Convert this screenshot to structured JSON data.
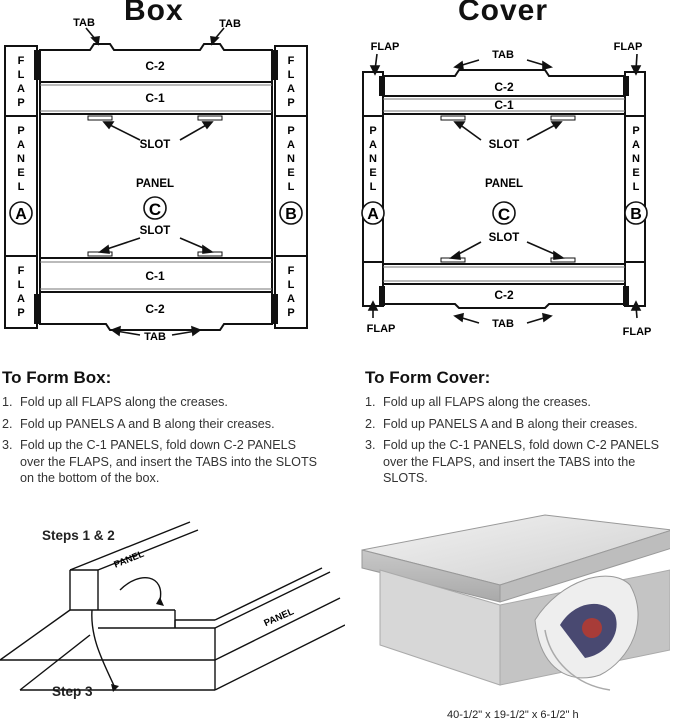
{
  "box": {
    "title": "Box",
    "tab_left": "TAB",
    "tab_right": "TAB",
    "tab_bottom": "TAB",
    "c2_top": "C-2",
    "c1_top": "C-1",
    "slot_top": "SLOT",
    "panel": "PANEL",
    "panel_letter": "C",
    "slot_bottom": "SLOT",
    "c1_bottom": "C-1",
    "c2_bottom": "C-2",
    "flap": "FLAP",
    "side_panel": "PANEL",
    "letter_a": "A",
    "letter_b": "B"
  },
  "cover": {
    "title": "Cover",
    "flap_top_left": "FLAP",
    "flap_top_right": "FLAP",
    "flap_bottom_left": "FLAP",
    "flap_bottom_right": "FLAP",
    "tab_top": "TAB",
    "tab_bottom": "TAB",
    "c2_top": "C-2",
    "c1_top": "C-1",
    "slot_top": "SLOT",
    "panel": "PANEL",
    "panel_letter": "C",
    "slot_bottom": "SLOT",
    "c2_bottom": "C-2",
    "side_panel": "PANEL",
    "letter_a": "A",
    "letter_b": "B"
  },
  "form_box": {
    "heading": "To Form Box:",
    "steps": [
      {
        "num": "1.",
        "text": "Fold up all FLAPS along the creases."
      },
      {
        "num": "2.",
        "text": "Fold up PANELS A and B along their creases."
      },
      {
        "num": "3.",
        "text": "Fold up the C-1 PANELS, fold down C-2 PANELS over the FLAPS, and insert the TABS into the SLOTS on the bottom of the box."
      }
    ]
  },
  "form_cover": {
    "heading": "To Form Cover:",
    "steps": [
      {
        "num": "1.",
        "text": "Fold up all FLAPS along the creases."
      },
      {
        "num": "2.",
        "text": "Fold up PANELS A and B along their creases."
      },
      {
        "num": "3.",
        "text": "Fold up the C-1 PANELS, fold down C-2 PANELS over the FLAPS, and insert the TABS into the SLOTS."
      }
    ]
  },
  "fold_diagram": {
    "steps_1_2": "Steps 1 & 2",
    "step_3": "Step 3",
    "panel_upper": "PANEL",
    "panel_lower": "PANEL"
  },
  "photo": {
    "dimensions": "40-1/2\" x 19-1/2\" x 6-1/2\" h"
  }
}
